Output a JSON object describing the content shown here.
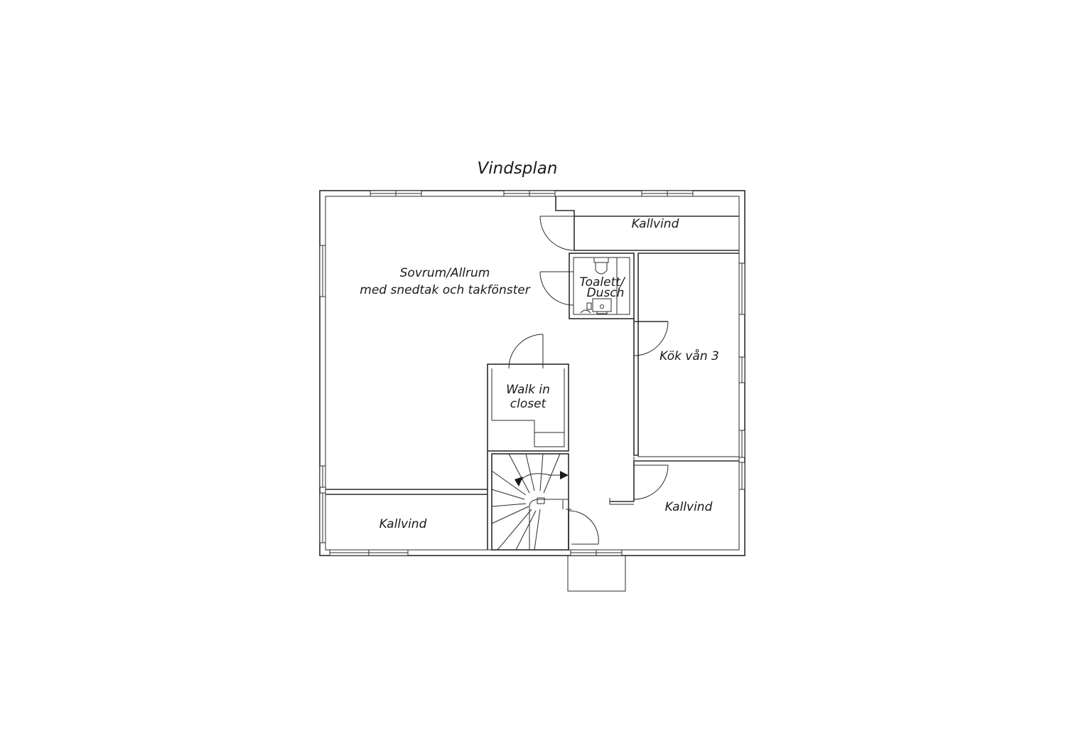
{
  "title": "Vindsplan",
  "rooms": {
    "kallvind_top": "Kallvind",
    "sovrum_line1": "Sovrum/Allrum",
    "sovrum_line2": "med snedtak och takfönster",
    "toalett_line1": "Toalett/",
    "toalett_line2": "Dusch",
    "kok": "Kök vån 3",
    "walkin_line1": "Walk in",
    "walkin_line2": "closet",
    "kallvind_right": "Kallvind",
    "kallvind_left": "Kallvind"
  },
  "icons": {
    "toilet": "toilet-icon",
    "sink": "sink-icon",
    "stairs": "staircase-icon",
    "arrow": "stair-direction-arrow-icon"
  }
}
